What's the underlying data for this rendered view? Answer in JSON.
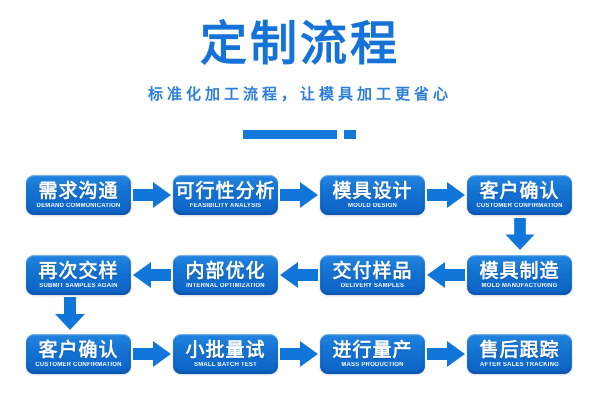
{
  "header": {
    "title": "定制流程",
    "subtitle": "标准化加工流程，让模具加工更省心"
  },
  "colors": {
    "primary_blue": "#1573d8",
    "subtitle_blue": "#2e7fd9",
    "box_gradient_top": "#2285e0",
    "box_gradient_bottom": "#0d63c5",
    "arrow_blue": "#1176d9",
    "background": "#ffffff",
    "step_text": "#ffffff"
  },
  "flow": {
    "rows": [
      {
        "direction": "right",
        "steps": [
          {
            "title": "需求沟通",
            "subtitle": "DEMAND COMMUNICATION"
          },
          {
            "title": "可行性分析",
            "subtitle": "FEASIBILITY ANALYSIS"
          },
          {
            "title": "模具设计",
            "subtitle": "MOULD DESIGN"
          },
          {
            "title": "客户确认",
            "subtitle": "CUSTOMER CONFIRMATION"
          }
        ]
      },
      {
        "direction": "left",
        "steps": [
          {
            "title": "再次交样",
            "subtitle": "SUBMIT SAMPLES AGAIN"
          },
          {
            "title": "内部优化",
            "subtitle": "INTERNAL OPTIMIZATION"
          },
          {
            "title": "交付样品",
            "subtitle": "DELIVERY SAMPLES"
          },
          {
            "title": "模具制造",
            "subtitle": "MOLD MANUFACTURING"
          }
        ]
      },
      {
        "direction": "right",
        "steps": [
          {
            "title": "客户确认",
            "subtitle": "CUSTOMER CONFIRMATION"
          },
          {
            "title": "小批量试",
            "subtitle": "SMALL BATCH TEST"
          },
          {
            "title": "进行量产",
            "subtitle": "MASS PRODUCTION"
          },
          {
            "title": "售后跟踪",
            "subtitle": "AFTER SALES TRACKING"
          }
        ]
      }
    ]
  }
}
